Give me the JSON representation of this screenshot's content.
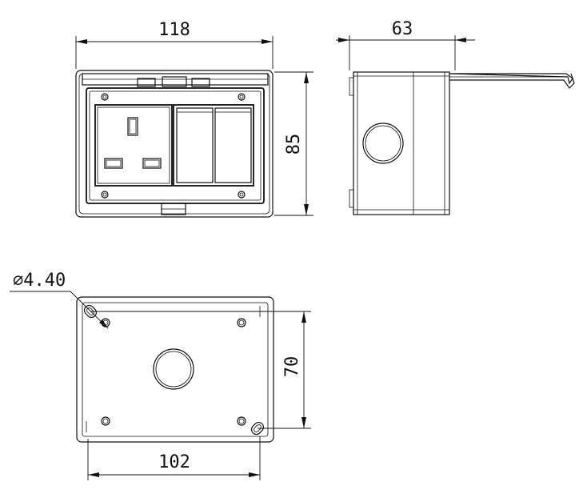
{
  "drawing": {
    "front_view": {
      "width_label": "118",
      "height_label": "85"
    },
    "side_view": {
      "depth_label": "63"
    },
    "back_view": {
      "hole_label": "∅4.40",
      "hole_spacing_width_label": "102",
      "hole_spacing_height_label": "70"
    }
  }
}
